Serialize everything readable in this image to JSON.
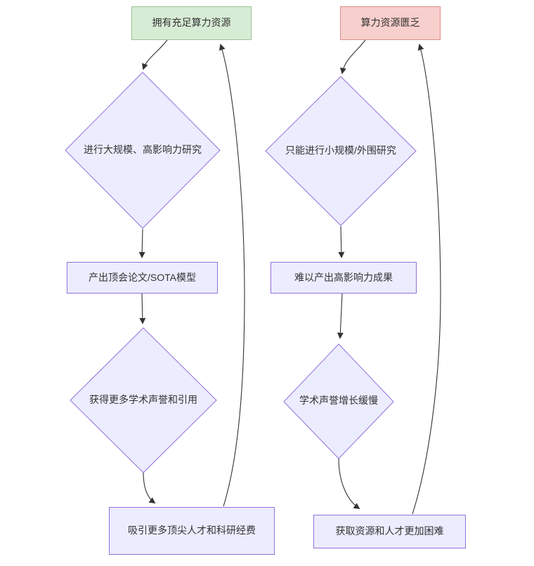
{
  "flowchart": {
    "description": "Two parallel feedback loops about computing resources in research",
    "colors": {
      "background": "#ffffff",
      "node_fill": "#ececff",
      "node_stroke": "#9370db",
      "positive_fill": "#d7ecd5",
      "positive_stroke": "#9bc398",
      "negative_fill": "#f7cfcc",
      "negative_stroke": "#de8e8a",
      "edge": "#333333",
      "text": "#333333"
    },
    "nodes": {
      "sufficient_compute": {
        "label": "拥有充足算力资源",
        "shape": "rect",
        "variant": "positive"
      },
      "large_scale_research": {
        "label": "进行大规模、高影响力研究",
        "shape": "diamond"
      },
      "sota_output": {
        "label": "产出顶会论文/SOTA模型",
        "shape": "rect"
      },
      "reputation_citations": {
        "label": "获得更多学术声誉和引用",
        "shape": "diamond"
      },
      "attract_talent_funding": {
        "label": "吸引更多顶尖人才和科研经费",
        "shape": "rect"
      },
      "scarce_compute": {
        "label": "算力资源匮乏",
        "shape": "rect",
        "variant": "negative"
      },
      "small_scale_research": {
        "label": "只能进行小规模/外围研究",
        "shape": "diamond"
      },
      "low_impact_output": {
        "label": "难以产出高影响力成果",
        "shape": "rect"
      },
      "slow_reputation": {
        "label": "学术声誉增长缓慢",
        "shape": "diamond"
      },
      "harder_resources": {
        "label": "获取资源和人才更加困难",
        "shape": "rect"
      }
    },
    "edges": [
      {
        "from": "sufficient_compute",
        "to": "large_scale_research"
      },
      {
        "from": "large_scale_research",
        "to": "sota_output"
      },
      {
        "from": "sota_output",
        "to": "reputation_citations"
      },
      {
        "from": "reputation_citations",
        "to": "attract_talent_funding"
      },
      {
        "from": "attract_talent_funding",
        "to": "sufficient_compute"
      },
      {
        "from": "scarce_compute",
        "to": "small_scale_research"
      },
      {
        "from": "small_scale_research",
        "to": "low_impact_output"
      },
      {
        "from": "low_impact_output",
        "to": "slow_reputation"
      },
      {
        "from": "slow_reputation",
        "to": "harder_resources"
      },
      {
        "from": "harder_resources",
        "to": "scarce_compute"
      }
    ]
  }
}
